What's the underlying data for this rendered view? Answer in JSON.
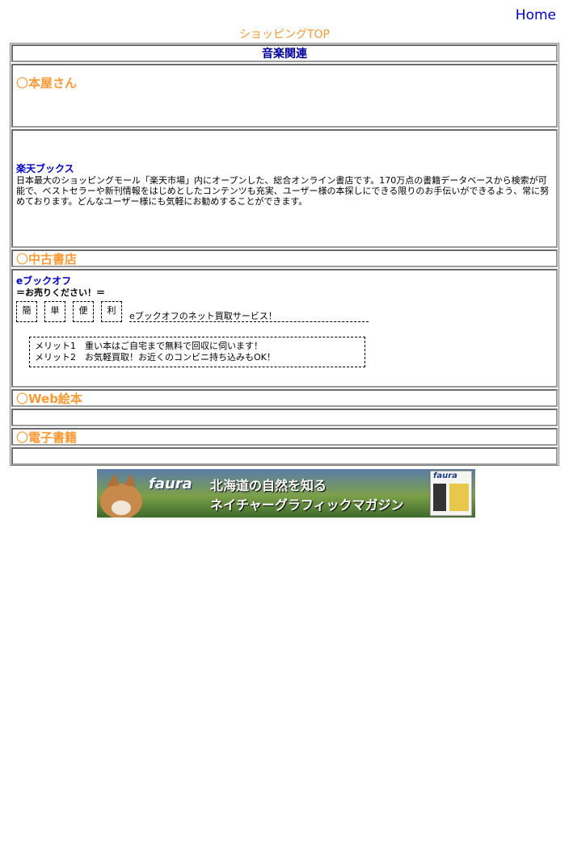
{
  "header": {
    "home_link": "Home",
    "shopping_top": "ショッピングTOP"
  },
  "category_title": "音楽関連",
  "sections": {
    "bookstore": {
      "marker": "〇",
      "title": "本屋さん"
    },
    "used_books": {
      "marker": "〇",
      "title": "中古書店"
    },
    "web_picture_books": {
      "marker": "〇",
      "title": "Web絵本"
    },
    "ebooks": {
      "marker": "〇",
      "title": "電子書籍"
    }
  },
  "rakuten": {
    "link": "楽天ブックス",
    "description": "日本最大のショッピングモール「楽天市場」内にオープンした、総合オンライン書店です。170万点の書籍データベースから検索が可能で、ベストセラーや新刊情報をはじめとしたコンテンツも充実、ユーザー様の本探しにできる限りのお手伝いができるよう、常に努めております。どんなユーザー様にも気軽にお勧めすることができます。"
  },
  "ebookoff": {
    "link": "eブックオフ",
    "tagline": "＝お売りください！＝",
    "boxes": [
      "簡",
      "単",
      "便",
      "利"
    ],
    "service": "eブックオフのネット買取サービス！",
    "merits": [
      "メリット1　重い本はご自宅まで無料で回収に伺います！",
      "メリット2　お気軽買取！お近くのコンビニ持ち込みもOK！"
    ]
  },
  "banner": {
    "logo": "faura",
    "line1": "北海道の自然を知る",
    "line2": "ネイチャーグラフィックマガジン",
    "mag_logo": "faura"
  }
}
